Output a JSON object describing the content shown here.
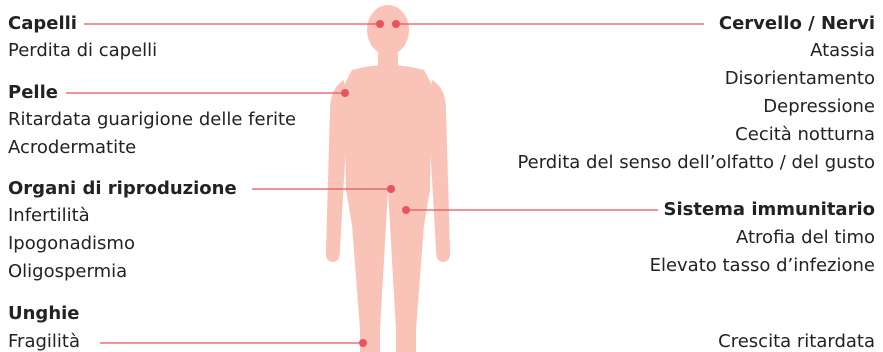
{
  "colors": {
    "body": "#f9c3b8",
    "connector": "#e8545c",
    "dot": "#e8545c",
    "text": "#222222"
  },
  "left": {
    "hair": {
      "title": "Capelli",
      "items": [
        "Perdita di capelli"
      ]
    },
    "skin": {
      "title": "Pelle",
      "items": [
        "Ritardata guarigione delle ferite",
        "Acrodermatite"
      ]
    },
    "reproductive": {
      "title": "Organi di riproduzione",
      "items": [
        "Infertilità",
        "Ipogonadismo",
        "Oligospermia"
      ]
    },
    "nails": {
      "title": "Unghie",
      "items": [
        "Fragilità"
      ]
    }
  },
  "right": {
    "brain": {
      "title": "Cervello / Nervi",
      "items": [
        "Atassia",
        "Disorientamento",
        "Depressione",
        "Cecità notturna",
        "Perdita del senso dell’olfatto / del gusto"
      ]
    },
    "immune": {
      "title": "Sistema immunitario",
      "items": [
        "Atrofia del timo",
        "Elevato tasso d’infezione"
      ]
    },
    "growth": {
      "items": [
        "Crescita ritardata"
      ]
    }
  }
}
